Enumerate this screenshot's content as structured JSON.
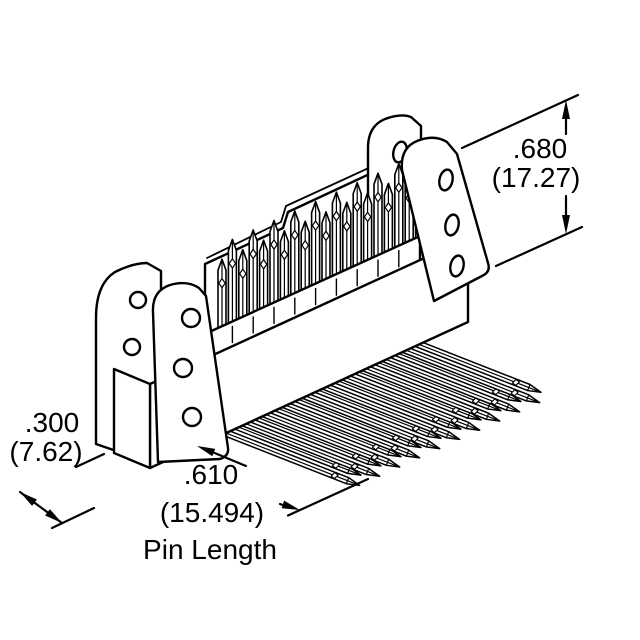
{
  "figure": {
    "background_color": "#ffffff",
    "line_color": "#000000"
  },
  "dimensions": {
    "height": {
      "inches": ".680",
      "mm": "(17.27)"
    },
    "row_offset": {
      "inches": ".300",
      "mm": "(7.62)"
    },
    "pin_length": {
      "inches": ".610",
      "mm": "(15.494)",
      "label": "Pin Length"
    }
  }
}
